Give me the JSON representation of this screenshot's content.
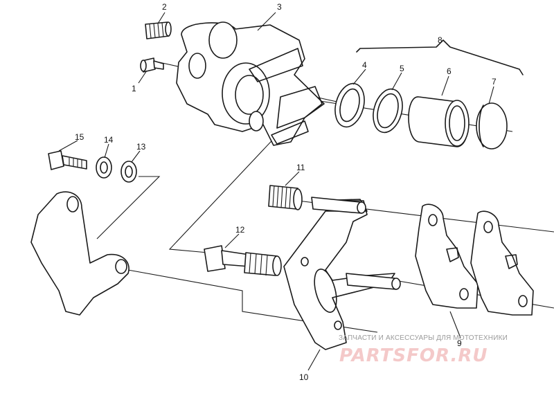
{
  "callouts": {
    "c1": "1",
    "c2": "2",
    "c3": "3",
    "c4": "4",
    "c5": "5",
    "c6": "6",
    "c7": "7",
    "c8": "8",
    "c9": "9",
    "c10": "10",
    "c11": "11",
    "c12": "12",
    "c13": "13",
    "c14": "14",
    "c15": "15"
  },
  "watermark": {
    "tagline": "ЗАПЧАСТИ И АКСЕССУАРЫ ДЛЯ МОТОТЕХНИКИ",
    "brand": "PARTSFOR.RU"
  },
  "colors": {
    "line": "#1a1a1a",
    "watermark_brand": "#f4c9c9",
    "watermark_text": "#9a9a9a"
  }
}
